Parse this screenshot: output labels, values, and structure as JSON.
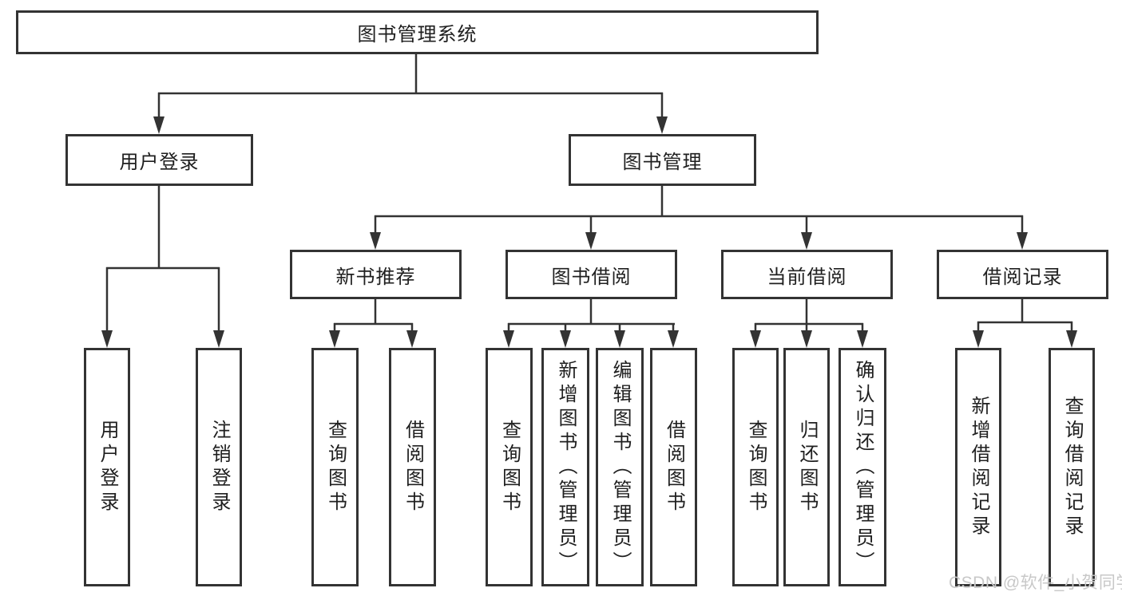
{
  "tree": {
    "root": {
      "label": "图书管理系统"
    },
    "branches": [
      {
        "label": "用户登录",
        "children": [
          {
            "label": "用户登录"
          },
          {
            "label": "注销登录"
          }
        ]
      },
      {
        "label": "图书管理",
        "children": [
          {
            "label": "新书推荐",
            "children": [
              {
                "label": "查询图书"
              },
              {
                "label": "借阅图书"
              }
            ]
          },
          {
            "label": "图书借阅",
            "children": [
              {
                "label": "查询图书"
              },
              {
                "label": "新增图书（管理员）"
              },
              {
                "label": "编辑图书（管理员）"
              },
              {
                "label": "借阅图书"
              }
            ]
          },
          {
            "label": "当前借阅",
            "children": [
              {
                "label": "查询图书"
              },
              {
                "label": "归还图书"
              },
              {
                "label": "确认归还（管理员）"
              }
            ]
          },
          {
            "label": "借阅记录",
            "children": [
              {
                "label": "新增借阅记录"
              },
              {
                "label": "查询借阅记录"
              }
            ]
          }
        ]
      }
    ]
  },
  "watermark": "CSDN @软件_小贺同学",
  "colors": {
    "line": "#333333",
    "text": "#1f1f1f",
    "box_background": "#ffffff",
    "watermark": "#c8c8c8",
    "background": "#ffffff"
  }
}
